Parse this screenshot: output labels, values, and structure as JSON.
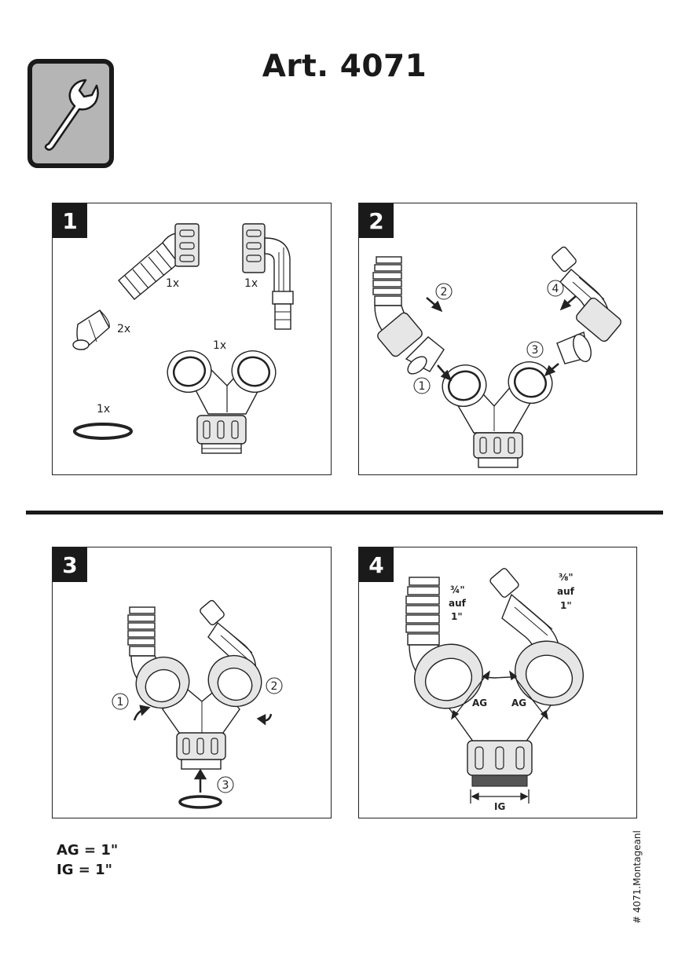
{
  "document": {
    "title": "Art. 4071",
    "doc_id": "# 4071.Montageanl"
  },
  "panels": [
    {
      "step": "1",
      "labels": [
        "1x",
        "1x",
        "2x",
        "1x",
        "1x"
      ]
    },
    {
      "step": "2",
      "callouts": [
        "1",
        "2",
        "3",
        "4"
      ]
    },
    {
      "step": "3",
      "callouts": [
        "1",
        "2",
        "3"
      ]
    },
    {
      "step": "4",
      "sizes": {
        "left": [
          "¾\"",
          "auf",
          "1\""
        ],
        "right": [
          "⅜\"",
          "auf",
          "1\""
        ]
      },
      "dims": [
        "AG",
        "AG",
        "IG"
      ]
    }
  ],
  "legend": [
    "AG = 1\"",
    "IG = 1\""
  ],
  "icons": {
    "tool": "wrench-icon"
  },
  "colors": {
    "tool_bg": "#b5b5b5",
    "ink": "#1a1a1a"
  }
}
